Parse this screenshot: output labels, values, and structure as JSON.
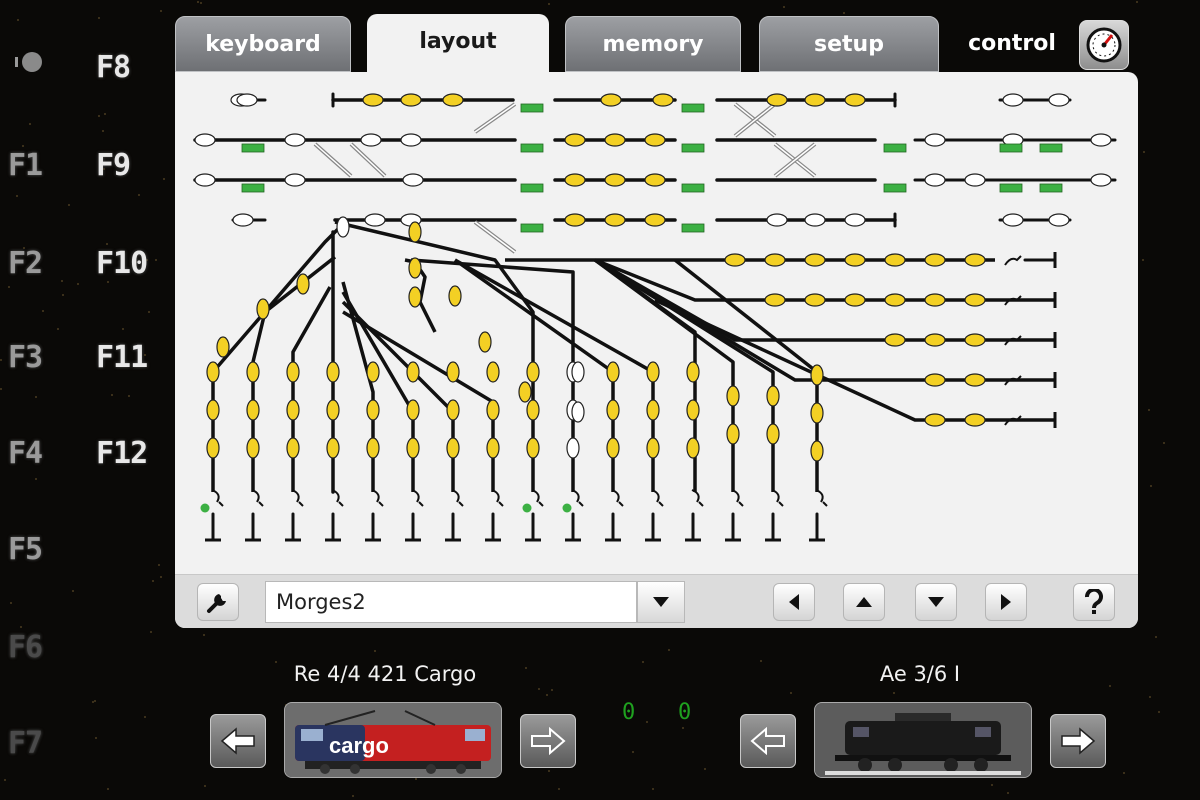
{
  "fkeys": [
    "F8",
    "F1",
    "F9",
    "F2",
    "F10",
    "F3",
    "F11",
    "F4",
    "F12",
    "F5",
    "F6",
    "F7"
  ],
  "tabs": {
    "keyboard": "keyboard",
    "layout": "layout",
    "memory": "memory",
    "setup": "setup",
    "control": "control"
  },
  "active_tab": "layout",
  "layout_bar": {
    "layout_name": "Morges2"
  },
  "locomotives": {
    "left": {
      "name": "Re 4/4 421 Cargo",
      "image_text": "cargo"
    },
    "right": {
      "name": "Ae 3/6 I"
    }
  },
  "speed_readouts": [
    "0",
    "0"
  ],
  "colors": {
    "occupied_segment": "#f3d024",
    "free_segment": "#ffffff",
    "signal_green": "#3cb043",
    "panel_bg": "#f2f2f2"
  },
  "icons": {
    "wrench": "wrench-icon",
    "dropdown": "caret-down-icon",
    "scroll_left": "caret-left-icon",
    "scroll_up": "caret-up-icon",
    "scroll_down": "caret-down-icon",
    "scroll_right": "caret-right-icon",
    "help": "question-icon",
    "clock": "clock-icon"
  }
}
